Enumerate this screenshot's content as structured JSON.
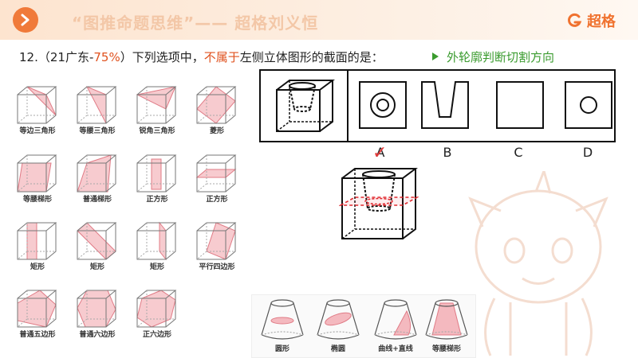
{
  "header": {
    "title": "“图推命题思维”—— 超格刘义恒",
    "brand_name": "超格",
    "play_icon": "chevron-right-icon",
    "brand_icon": "brand-logo-icon",
    "accent": "#f07a3a"
  },
  "question": {
    "number": "12.",
    "source_prefix": "（21广东-",
    "accuracy": "75%",
    "source_suffix": "）下列选项中，",
    "emphasis": "不属于",
    "stem": "左侧立体图形的截面的是：",
    "hint_icon": "triangle-right-icon",
    "hint": "外轮廓判断切割方向"
  },
  "cube_sections": [
    {
      "label": "等边三角形"
    },
    {
      "label": "等腰三角形"
    },
    {
      "label": "锐角三角形"
    },
    {
      "label": "菱形"
    },
    {
      "label": "等腰梯形"
    },
    {
      "label": "普通梯形"
    },
    {
      "label": "正方形"
    },
    {
      "label": "正方形"
    },
    {
      "label": "矩形"
    },
    {
      "label": "矩形"
    },
    {
      "label": "矩形"
    },
    {
      "label": "平行四边形"
    },
    {
      "label": "普通五边形"
    },
    {
      "label": "普通六边形"
    },
    {
      "label": "正六边形"
    }
  ],
  "options": {
    "labels": [
      "A",
      "B",
      "C",
      "D"
    ],
    "answer_mark": "✓"
  },
  "solid_sections": [
    {
      "label": "圆形"
    },
    {
      "label": "椭圆"
    },
    {
      "label": "曲线+直线"
    },
    {
      "label": "等腰梯形"
    }
  ],
  "colors": {
    "section_fill": "#f4b9bf",
    "section_stroke": "#e07b86",
    "hint_green": "#3a9b2e",
    "cut_plane": "#e0282e"
  }
}
